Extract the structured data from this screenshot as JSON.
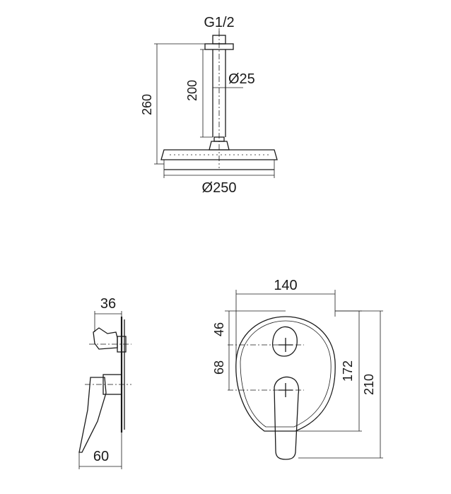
{
  "shower_head": {
    "thread_label": "G1/2",
    "total_height_label": "260",
    "arm_length_label": "200",
    "arm_diameter_label": "Ø25",
    "head_diameter_label": "Ø250"
  },
  "mixer_side_view": {
    "depth_top_label": "36",
    "depth_bottom_label": "60"
  },
  "mixer_front_view": {
    "plate_width_label": "140",
    "upper_offset_label": "46",
    "lower_offset_label": "68",
    "inner_height_label": "172",
    "outer_height_label": "210"
  },
  "colors": {
    "line": "#1a1a1a",
    "background": "#ffffff"
  }
}
